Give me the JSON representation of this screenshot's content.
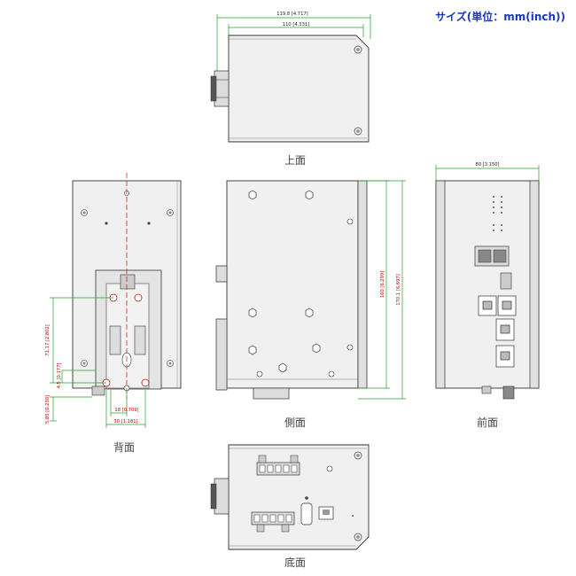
{
  "unit_title": "サイズ(単位：mm(inch))",
  "views": {
    "top": "上面",
    "side": "側面",
    "back": "背面",
    "front": "前面",
    "bottom": "底面"
  },
  "dimensions": {
    "top_overall": "119.8 [4.717]",
    "top_body": "110 [4.331]",
    "front_width": "80 [3.150]",
    "side_h1": "160 [6.299]",
    "side_h2": "170.1 [6.697]",
    "back_v1": "71.17 [2.802]",
    "back_v2": "4.5 [0.177]",
    "back_v3": "5.85 [0.230]",
    "back_h1": "18 [0.709]",
    "back_h2": "30 [1.181]"
  },
  "colors": {
    "dimension_line": "#22a02a",
    "center_line": "#e02020",
    "body_fill": "#f0f0f0",
    "outline": "#333333",
    "title": "#1a35c8"
  }
}
